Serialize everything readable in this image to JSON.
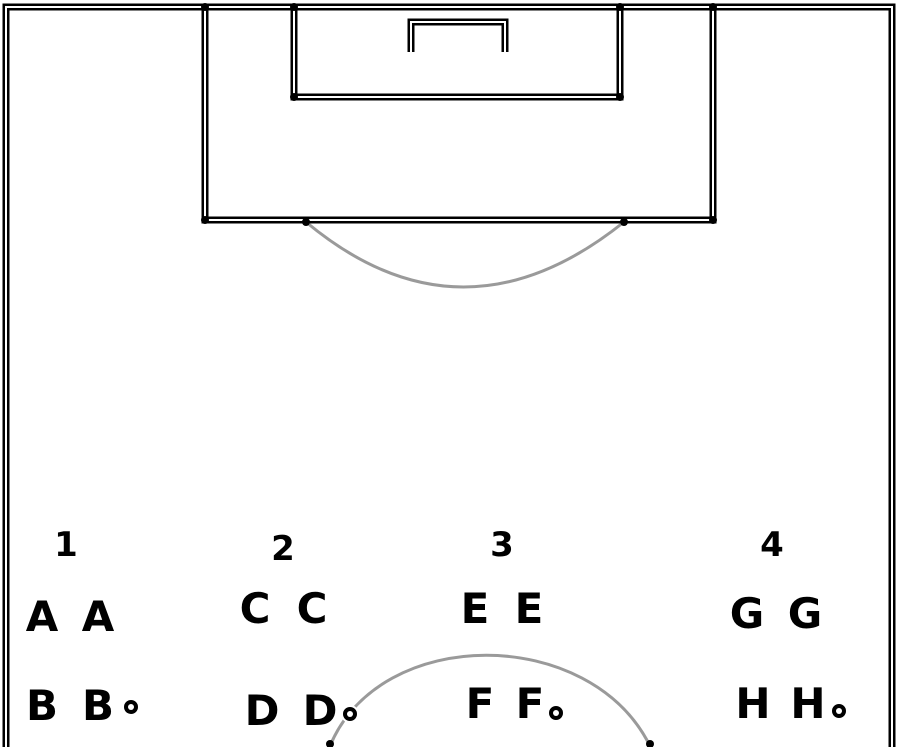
{
  "groups": [
    {
      "number": "1",
      "letter_1": "A",
      "letter_2": "A",
      "letter_3": "B",
      "letter_4": "B"
    },
    {
      "number": "2",
      "letter_1": "C",
      "letter_2": "C",
      "letter_3": "D",
      "letter_4": "D"
    },
    {
      "number": "3",
      "letter_1": "E",
      "letter_2": "E",
      "letter_3": "F",
      "letter_4": "F"
    },
    {
      "number": "4",
      "letter_1": "G",
      "letter_2": "G",
      "letter_3": "H",
      "letter_4": "H"
    }
  ],
  "colors": {
    "line": "#000000",
    "arc": "#9a9a9a",
    "text": "#000000",
    "background": "#ffffff"
  },
  "icons": [
    "ball-icon"
  ]
}
